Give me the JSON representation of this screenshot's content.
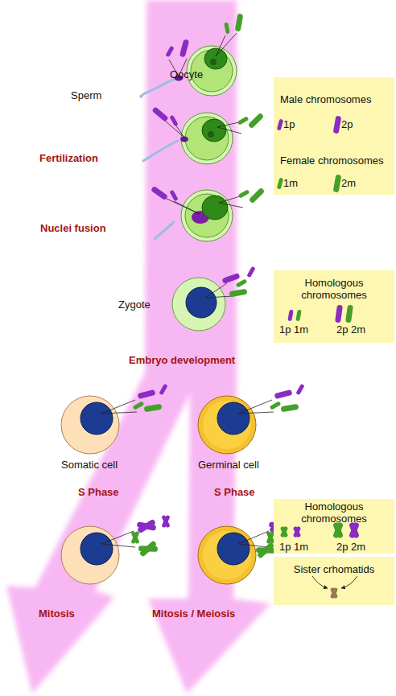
{
  "diagram": {
    "nodes": [
      {
        "text": [
          "Male chromosomes",
          "1p",
          "2p",
          "Female chromosomes",
          "1m",
          "2m"
        ]
      },
      {
        "text": [
          "Homologous chromosomes",
          "1p 1m",
          "2p 2m"
        ]
      },
      {
        "text": [
          "Homologous chromosomes",
          "1p 1m",
          "2p 2m"
        ]
      },
      {
        "text": [
          "Sister crhomatids"
        ]
      }
    ],
    "labels": [
      "Sperm",
      "Oocyte",
      "Fertilization",
      "Nuclei fusion",
      "Zygote",
      "Embryo development",
      "Somatic cell",
      "Germinal cell",
      "S Phase",
      "S Phase",
      "Mitosis",
      "Mitosis / Meiosis"
    ]
  }
}
